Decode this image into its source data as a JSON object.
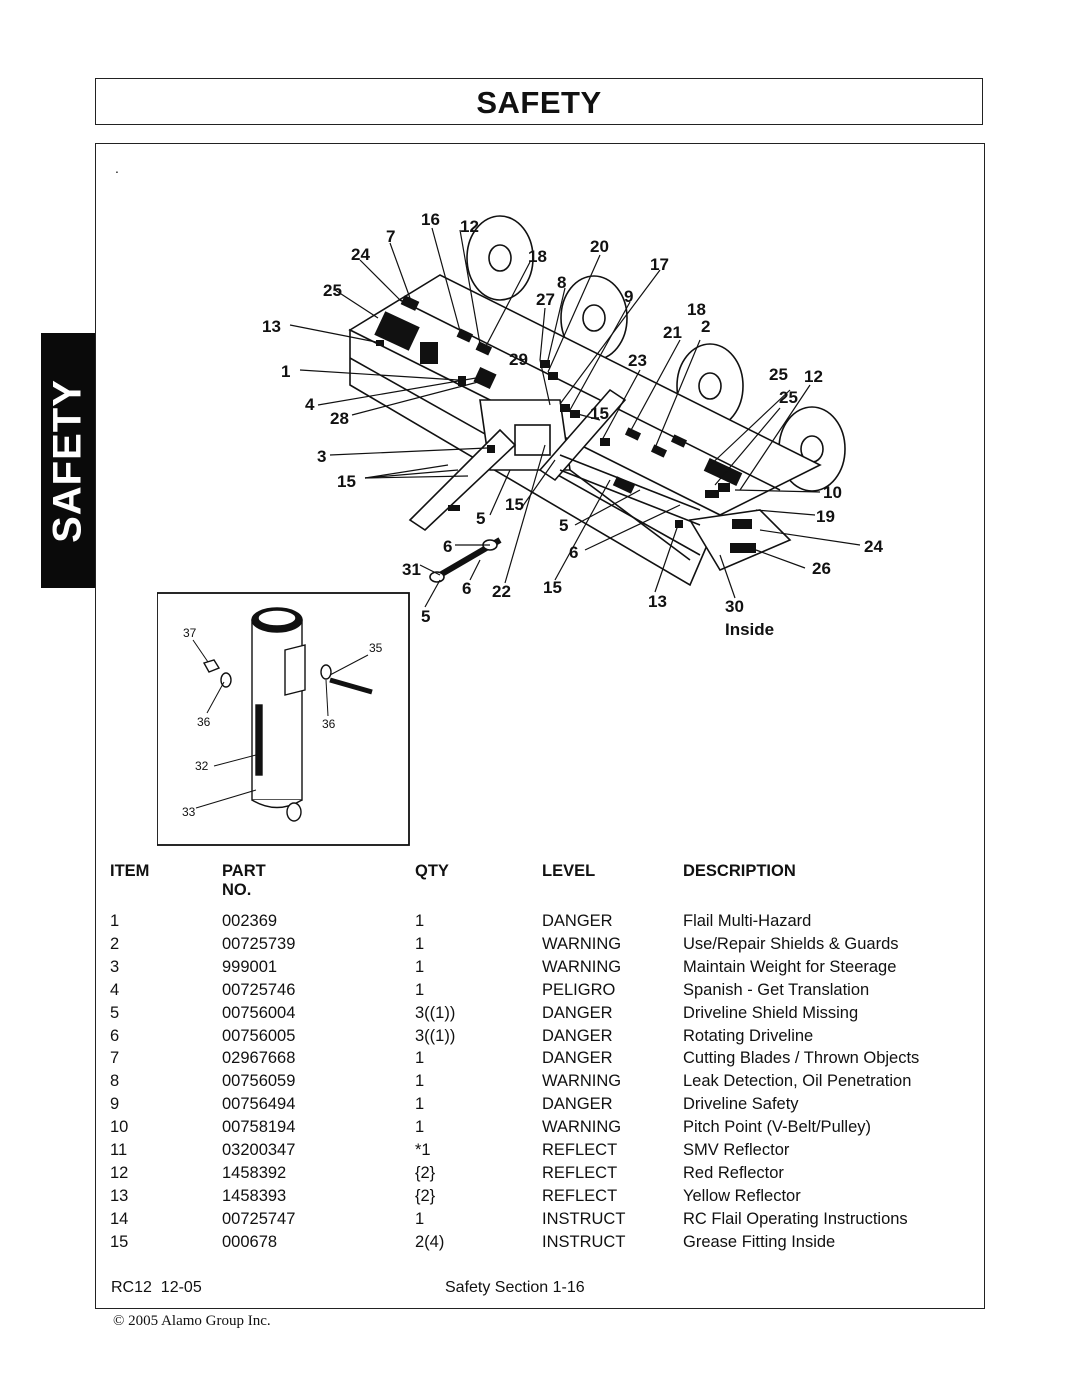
{
  "header": {
    "title": "SAFETY"
  },
  "side_tab": {
    "label": "SAFETY"
  },
  "main": {
    "dot": "."
  },
  "diagram": {
    "callouts": [
      "16",
      "12",
      "7",
      "24",
      "18",
      "20",
      "17",
      "8",
      "25",
      "27",
      "9",
      "18",
      "13",
      "21",
      "2",
      "29",
      "23",
      "25",
      "12",
      "1",
      "25",
      "4",
      "28",
      "15",
      "3",
      "15",
      "10",
      "15",
      "5",
      "19",
      "5",
      "6",
      "24",
      "6",
      "31",
      "26",
      "6",
      "22",
      "15",
      "13",
      "30",
      "5"
    ],
    "inside_label": "Inside",
    "inset_callouts": [
      "37",
      "35",
      "36",
      "36",
      "32",
      "33"
    ]
  },
  "table": {
    "headers": {
      "item": "ITEM",
      "part_no": "PART NO.",
      "qty": "QTY",
      "level": "LEVEL",
      "description": "DESCRIPTION"
    },
    "rows": [
      {
        "item": "1",
        "part_no": "002369",
        "qty": "1",
        "level": "DANGER",
        "description": "Flail Multi-Hazard"
      },
      {
        "item": "2",
        "part_no": "00725739",
        "qty": "1",
        "level": "WARNING",
        "description": "Use/Repair Shields & Guards"
      },
      {
        "item": "3",
        "part_no": "999001",
        "qty": "1",
        "level": "WARNING",
        "description": "Maintain Weight for Steerage"
      },
      {
        "item": "4",
        "part_no": "00725746",
        "qty": "1",
        "level": "PELIGRO",
        "description": "Spanish - Get Translation"
      },
      {
        "item": "5",
        "part_no": "00756004",
        "qty": "3((1))",
        "level": "DANGER",
        "description": "Driveline Shield Missing"
      },
      {
        "item": "6",
        "part_no": "00756005",
        "qty": "3((1))",
        "level": "DANGER",
        "description": "Rotating Driveline"
      },
      {
        "item": "7",
        "part_no": "02967668",
        "qty": "1",
        "level": "DANGER",
        "description": "Cutting Blades / Thrown Objects"
      },
      {
        "item": "8",
        "part_no": "00756059",
        "qty": "1",
        "level": "WARNING",
        "description": "Leak Detection, Oil Penetration"
      },
      {
        "item": "9",
        "part_no": "00756494",
        "qty": "1",
        "level": "DANGER",
        "description": "Driveline Safety"
      },
      {
        "item": "10",
        "part_no": "00758194",
        "qty": "1",
        "level": "WARNING",
        "description": "Pitch Point (V-Belt/Pulley)"
      },
      {
        "item": "11",
        "part_no": "03200347",
        "qty": "*1",
        "level": "REFLECT",
        "description": "SMV Reflector"
      },
      {
        "item": "12",
        "part_no": "1458392",
        "qty": "{2}",
        "level": "REFLECT",
        "description": "Red Reflector"
      },
      {
        "item": "13",
        "part_no": "1458393",
        "qty": "{2}",
        "level": "REFLECT",
        "description": "Yellow Reflector"
      },
      {
        "item": "14",
        "part_no": "00725747",
        "qty": "1",
        "level": "INSTRUCT",
        "description": "RC Flail Operating Instructions"
      },
      {
        "item": "15",
        "part_no": "000678",
        "qty": "2(4)",
        "level": "INSTRUCT",
        "description": "Grease Fitting Inside"
      }
    ]
  },
  "footer": {
    "left": "RC12  12-05",
    "center": "Safety Section 1-16",
    "copyright": "© 2005 Alamo Group Inc."
  }
}
